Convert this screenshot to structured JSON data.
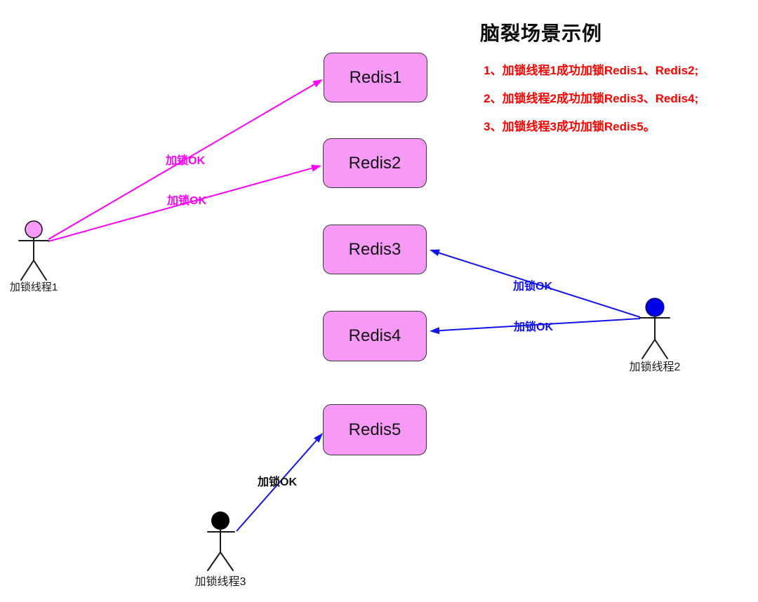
{
  "title": "脑裂场景示例",
  "notes": [
    "1、加锁线程1成功加锁Redis1、Redis2;",
    "2、加锁线程2成功加锁Redis3、Redis4;",
    "3、加锁线程3成功加锁Redis5。"
  ],
  "nodes": [
    {
      "id": "redis1",
      "label": "Redis1"
    },
    {
      "id": "redis2",
      "label": "Redis2"
    },
    {
      "id": "redis3",
      "label": "Redis3"
    },
    {
      "id": "redis4",
      "label": "Redis4"
    },
    {
      "id": "redis5",
      "label": "Redis5"
    }
  ],
  "actors": [
    {
      "id": "thread1",
      "label": "加锁线程1",
      "head_color": "#F79AF7"
    },
    {
      "id": "thread2",
      "label": "加锁线程2",
      "head_color": "#0000E8"
    },
    {
      "id": "thread3",
      "label": "加锁线程3",
      "head_color": "#000000"
    }
  ],
  "edges": [
    {
      "from": "thread1",
      "to": "redis1",
      "label": "加锁OK",
      "color": "#FF00FF"
    },
    {
      "from": "thread1",
      "to": "redis2",
      "label": "加锁OK",
      "color": "#FF00FF"
    },
    {
      "from": "thread2",
      "to": "redis3",
      "label": "加锁OK",
      "color": "#0000FF"
    },
    {
      "from": "thread2",
      "to": "redis4",
      "label": "加锁OK",
      "color": "#0000FF"
    },
    {
      "from": "thread3",
      "to": "redis5",
      "label": "加锁OK",
      "color": "#111111"
    }
  ],
  "colors": {
    "magenta": "#FF00FF",
    "blue": "#1414F0",
    "red": "#FF0000",
    "nodeFill": "#F79AF7",
    "blueHead": "#0000E8"
  }
}
